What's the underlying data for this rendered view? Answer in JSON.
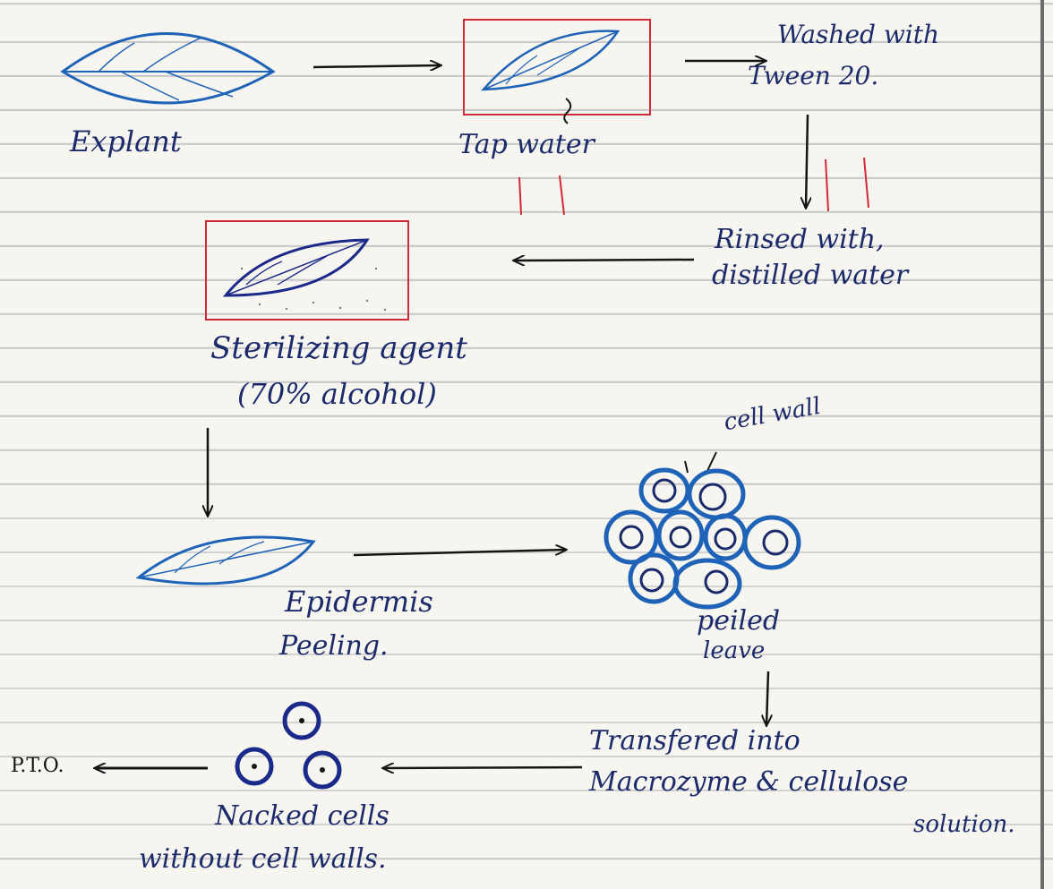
{
  "labels": {
    "explant": "Explant",
    "tap_water": "Tap water",
    "washed_line1": "Washed with",
    "washed_line2": "Tween 20.",
    "rinsed_line1": "Rinsed with,",
    "rinsed_line2": "distilled water",
    "sterilizing_line1": "Sterilizing agent",
    "sterilizing_line2": "(70% alcohol)",
    "cell_wall": "cell wall",
    "epidermis_line1": "Epidermis",
    "epidermis_line2": "Peeling.",
    "peiled_line1": "peiled",
    "peiled_line2": "leave",
    "transfered_line1": "Transfered into",
    "transfered_line2": "Macrozyme & cellulose",
    "transfered_line3": "solution.",
    "naked_line1": "Nacked cells",
    "naked_line2": "without cell walls.",
    "pto": "P.T.O."
  },
  "colors": {
    "ink": "#1b2a6b",
    "leaf_ink": "#1e63b8",
    "box": "#d02a3a",
    "arrow": "#141414",
    "paper": "#f7f5ef",
    "rule": "#c9c9c9"
  }
}
